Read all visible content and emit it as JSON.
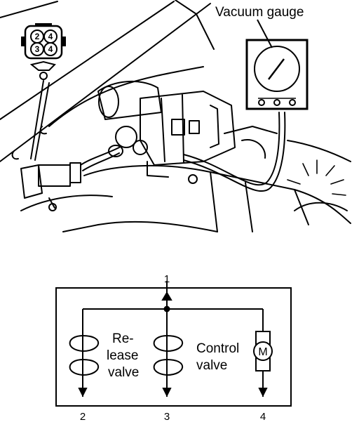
{
  "illustration": {
    "gauge_label": "Vacuum gauge",
    "connector_pins": [
      "2",
      "4",
      "3",
      "4"
    ]
  },
  "schematic": {
    "terminals": [
      "1",
      "2",
      "3",
      "4"
    ],
    "release_valve_label": [
      "Re-",
      "lease",
      "valve"
    ],
    "control_valve_label": [
      "Control",
      "valve"
    ],
    "motor_symbol": "M"
  }
}
